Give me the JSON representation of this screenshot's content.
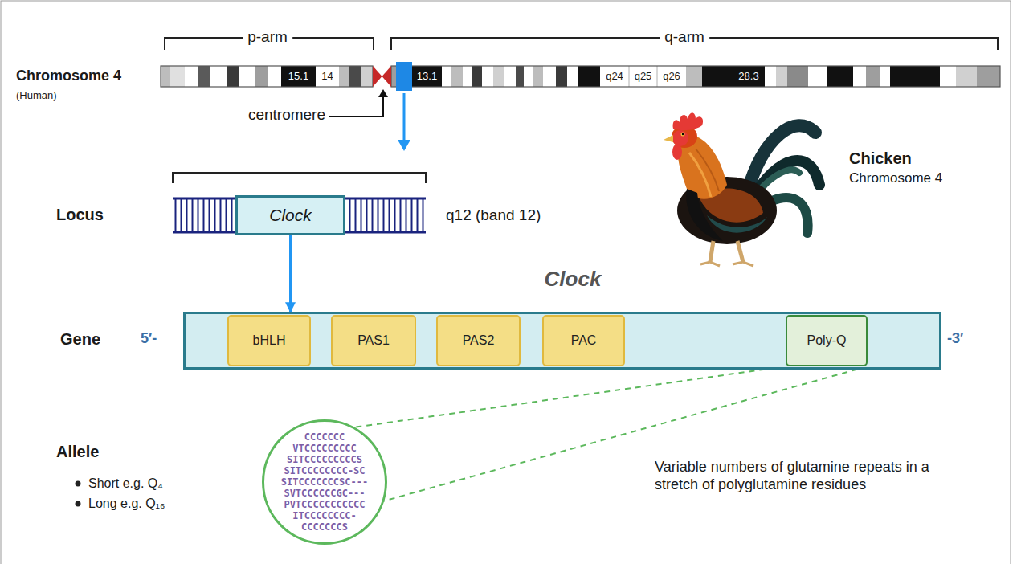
{
  "diagram": {
    "nodes": [
      {
        "text": [
          "Clock"
        ]
      },
      {
        "text": [
          "Clock"
        ]
      },
      {
        "text": [
          "bHLH"
        ],
        "in": 1
      },
      {
        "text": [
          "PAS1"
        ],
        "in": 1
      },
      {
        "text": [
          "PAS2"
        ],
        "in": 1
      },
      {
        "text": [
          "PAC"
        ],
        "in": 1
      },
      {
        "text": [
          "Poly-Q"
        ],
        "in": 1
      },
      {
        "text": [
          "CCCCCCC",
          "VTCCCCCCCCC",
          "SITCCCCCCCCCS",
          "SITCCCCCCCC-SC",
          "SITCCCCCCCSC---",
          "SVTCCCCCCGC---",
          "PVTCCCCCCCCCCC",
          "ITCCCCCCCC-",
          "CCCCCCCS"
        ]
      }
    ],
    "edges": [
      {
        "from": 0,
        "to": 1,
        "arrow": "to"
      },
      {
        "from": 6,
        "to": 7,
        "arrow": "none"
      },
      {
        "from": 6,
        "to": 7,
        "arrow": "none"
      }
    ],
    "labels": [
      "p-arm",
      "q-arm",
      "Chromosome 4",
      "(Human)",
      "15.1",
      "14",
      "13.1",
      "q24",
      "q25",
      "q26",
      "28.3",
      "centromere",
      "Locus",
      "q12 (band 12)",
      "Chicken",
      "Chromosome 4",
      "Gene",
      "5′-",
      "-3′",
      "Allele",
      "Short e.g. Q₄",
      "Long e.g. Q₁₆",
      "Variable numbers of glutamine repeats in a stretch of polyglutamine residues"
    ]
  }
}
